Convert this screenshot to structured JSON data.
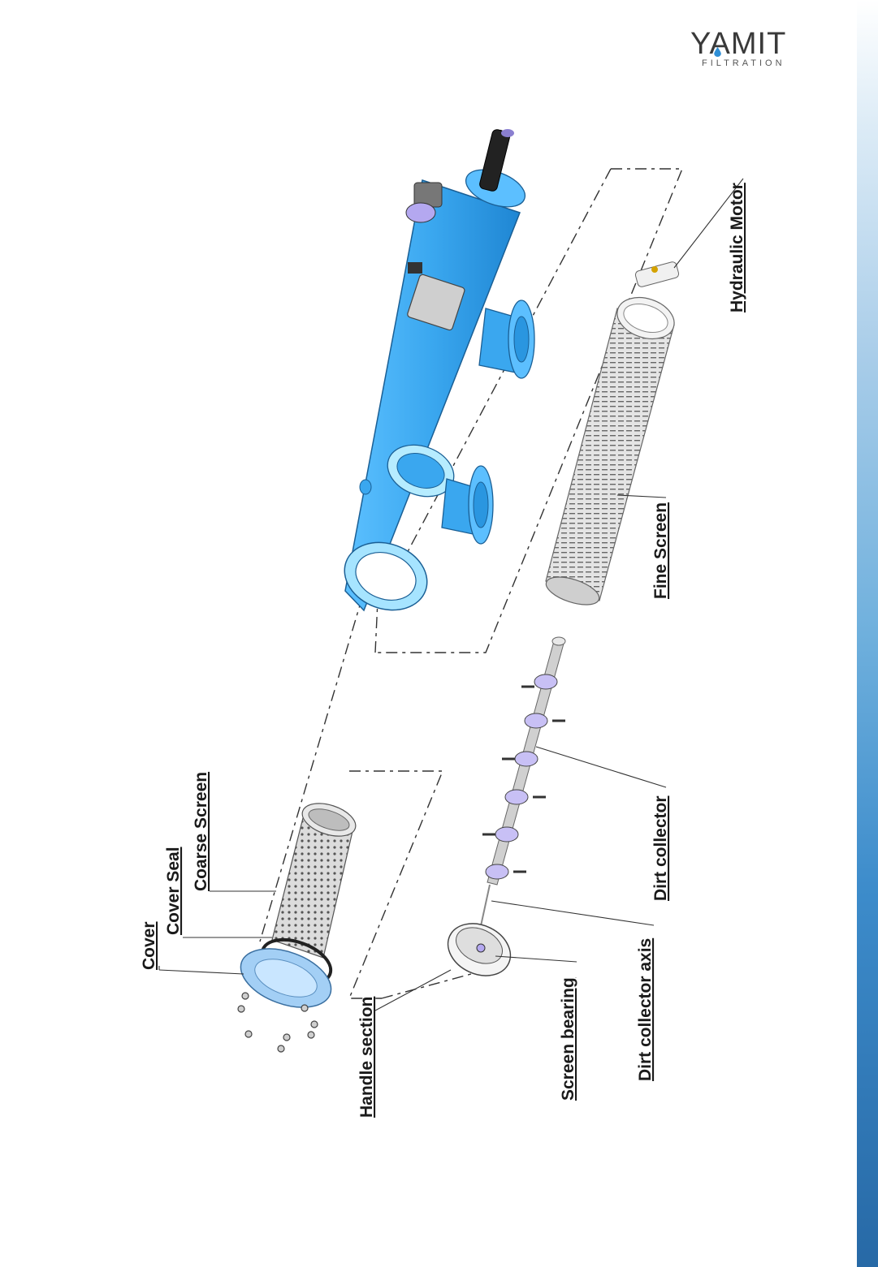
{
  "brand": {
    "name": "YAMIT",
    "tagline": "FILTRATION",
    "drop_color": "#2f8fd6"
  },
  "colors": {
    "housing": "#3aa7ef",
    "housing_light": "#8fd3ff",
    "band_top": "#ffffff",
    "band_bottom": "#2769a6"
  },
  "labels": {
    "cover": "Cover",
    "cover_seal": "Cover Seal",
    "coarse_screen": "Coarse Screen",
    "handle_section": "Handle section",
    "screen_bearing": "Screen bearing",
    "dirt_collector_axis": "Dirt collector axis",
    "dirt_collector": "Dirt collector",
    "fine_screen": "Fine Screen",
    "hydraulic_motor": "Hydraulic Motor"
  }
}
